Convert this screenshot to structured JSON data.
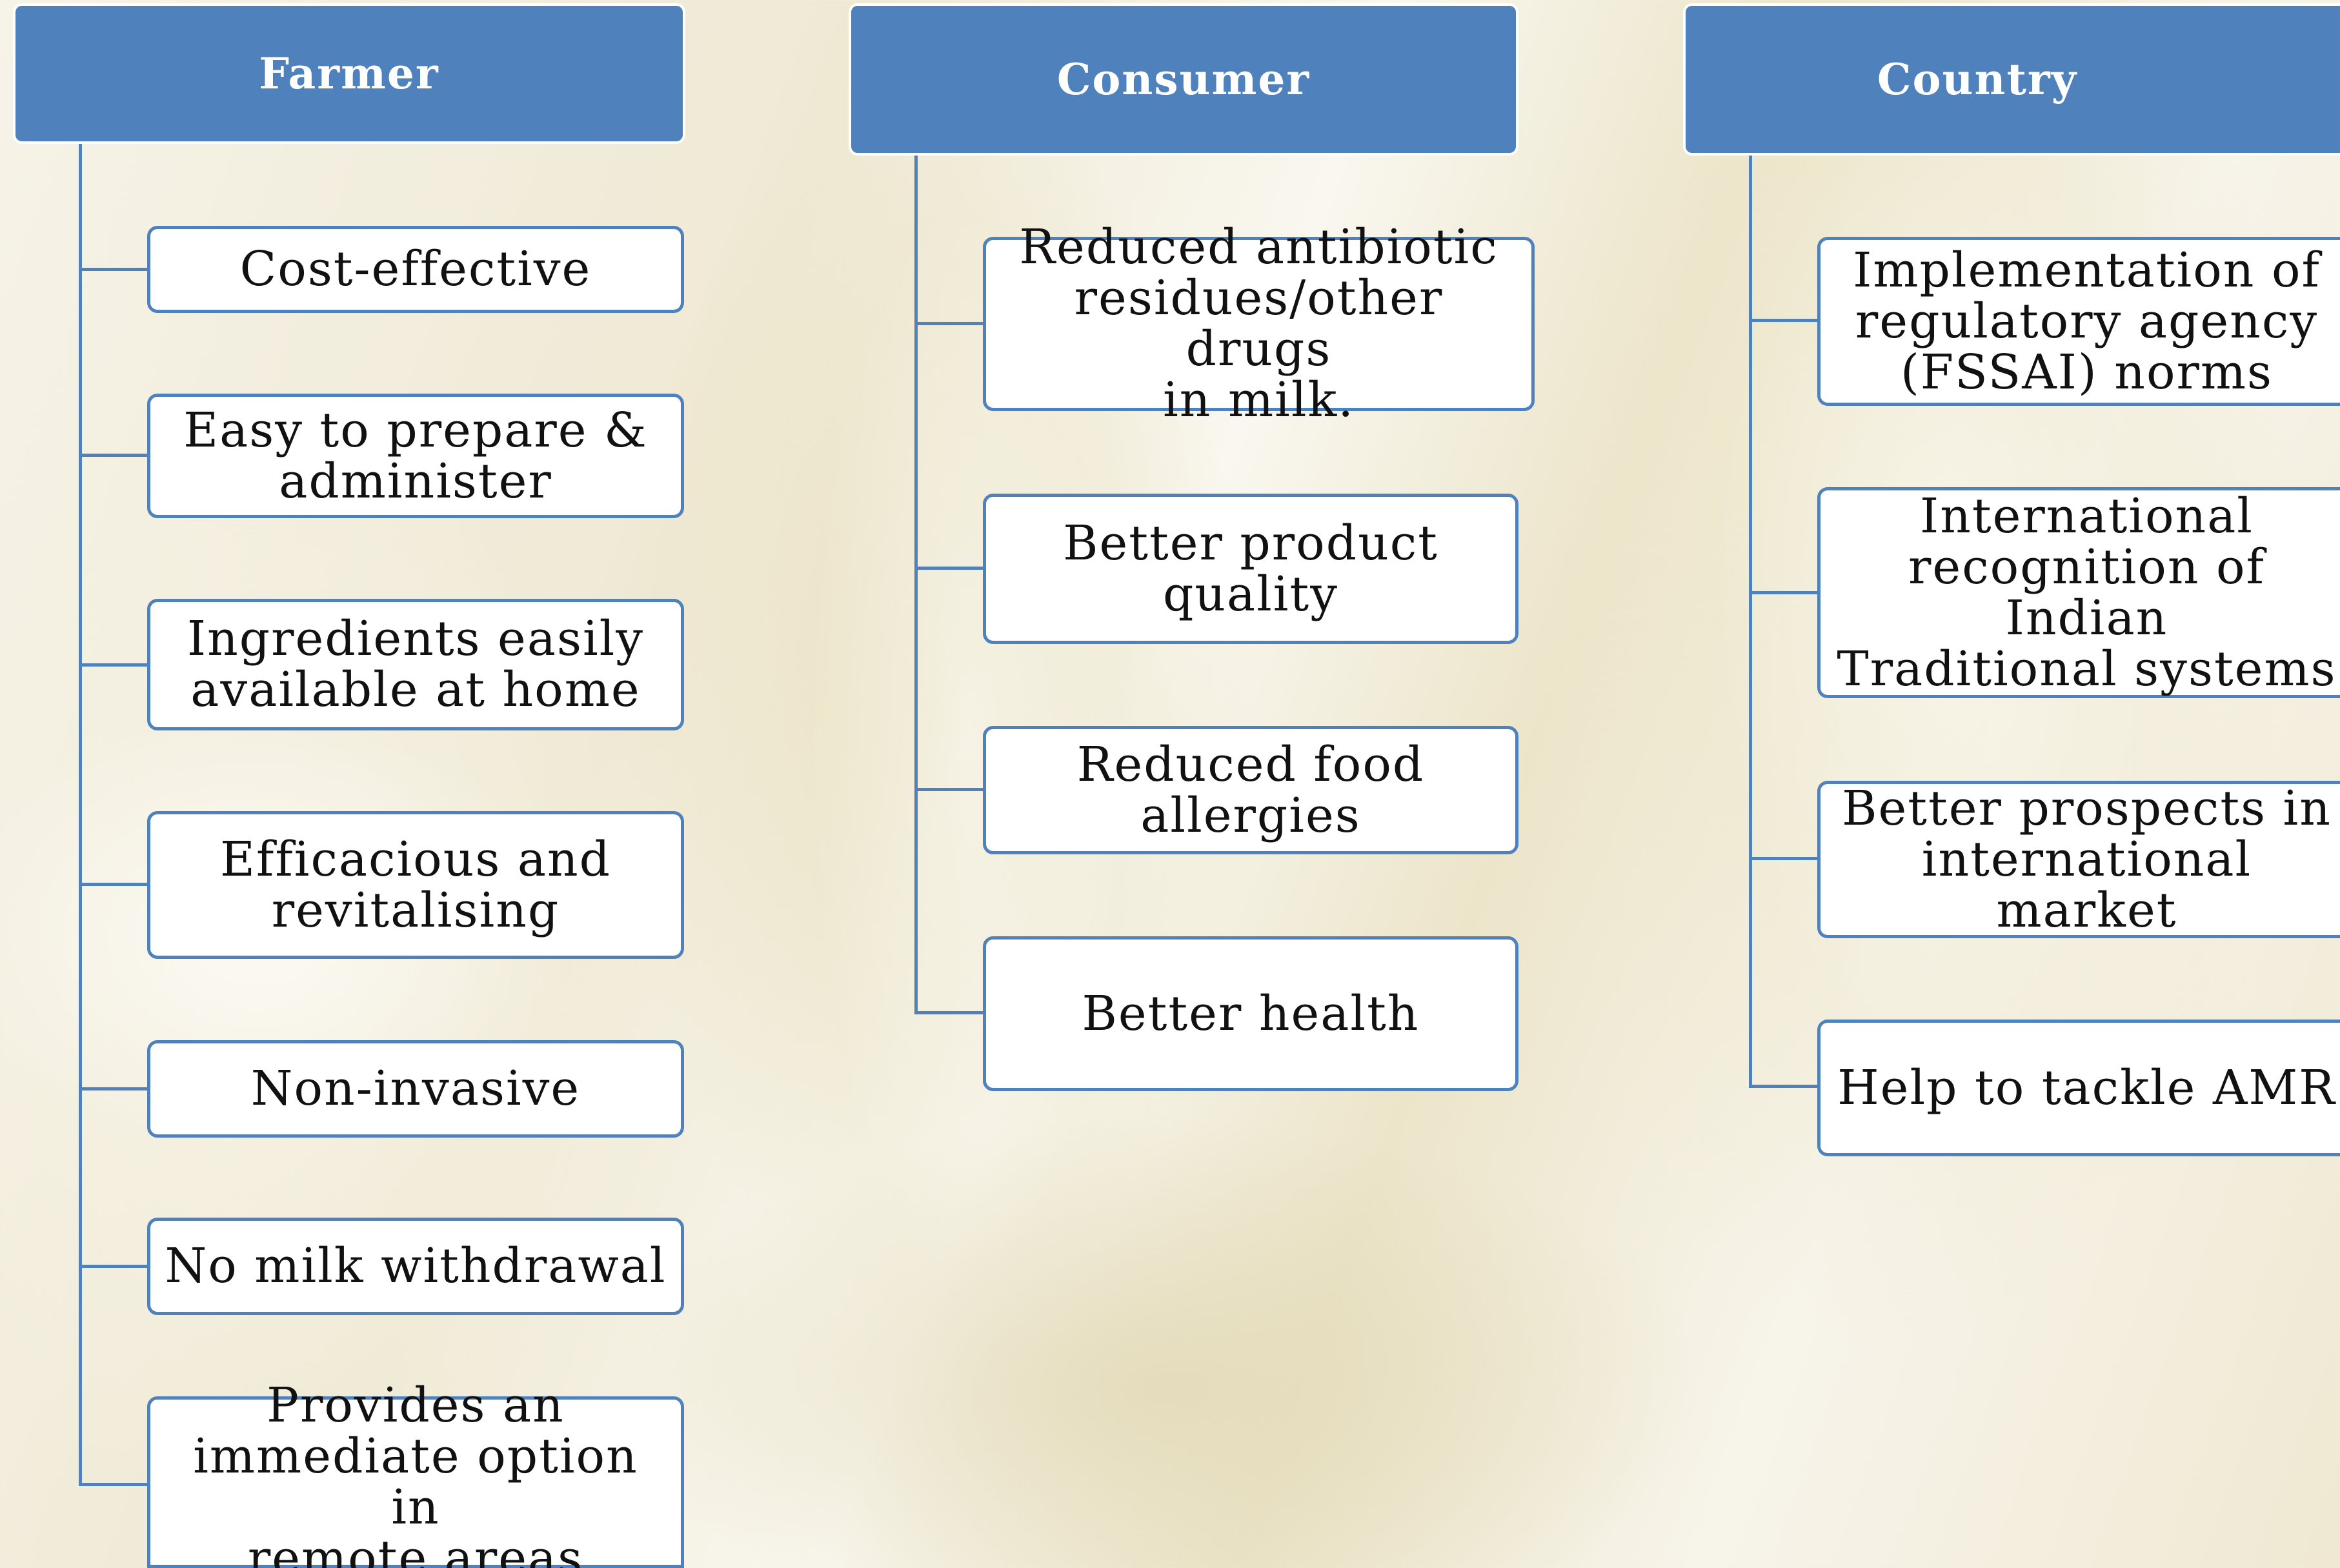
{
  "colors": {
    "header_fill": "#4f81bd",
    "box_border": "#4f81bd",
    "connector": "#4f81bd",
    "box_fill": "#ffffff"
  },
  "columns": [
    {
      "title": "Farmer",
      "items": [
        "Cost-effective",
        "Easy to prepare &\nadminister",
        "Ingredients easily\navailable at home",
        "Efficacious and\nrevitalising",
        "Non-invasive",
        "No milk withdrawal",
        "Provides an\nimmediate option in\nremote areas"
      ]
    },
    {
      "title": "Consumer",
      "items": [
        "Reduced antibiotic\nresidues/other drugs\nin milk.",
        "Better product\nquality",
        "Reduced food\nallergies",
        "Better health"
      ]
    },
    {
      "title": "Country",
      "items": [
        "Implementation of\nregulatory agency\n(FSSAI) norms",
        "International\nrecognition of Indian\nTraditional systems",
        "Better prospects in\ninternational market",
        "Help to tackle AMR"
      ]
    }
  ]
}
